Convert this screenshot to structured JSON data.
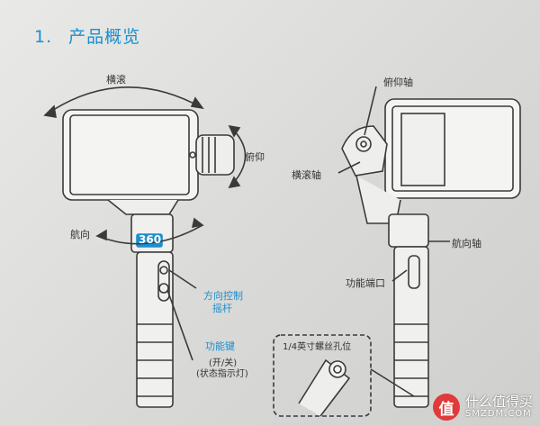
{
  "section": {
    "number": "1.",
    "title": "产品概览"
  },
  "left_figure": {
    "roll_label": "横滚",
    "pitch_label": "俯仰",
    "yaw_label": "航向",
    "badge_text": "360",
    "joystick_label_line1": "方向控制",
    "joystick_label_line2": "摇杆",
    "power_label": "功能键",
    "power_sub1": "(开/关)",
    "power_sub2": "(状态指示灯)"
  },
  "right_figure": {
    "pitch_axis_label": "俯仰轴",
    "roll_axis_label": "横滚轴",
    "yaw_axis_label": "航向轴",
    "port_label": "功能端口",
    "screw_label": "1/4英寸螺丝孔位"
  },
  "watermark": {
    "cn": "什么值得买",
    "en": "SMZDM.COM",
    "logo_char": "值"
  },
  "colors": {
    "accent": "#1a8fd0",
    "line": "#3a3a3a"
  }
}
